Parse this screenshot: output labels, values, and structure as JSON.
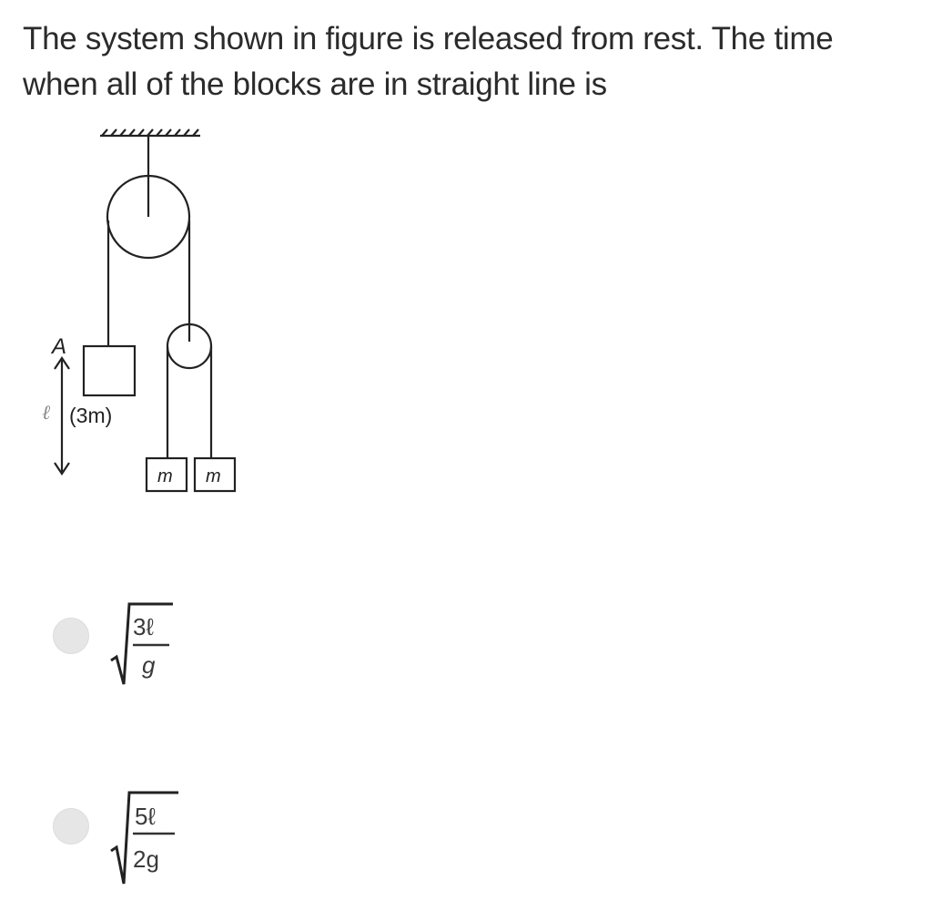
{
  "question": {
    "text": "The system shown in figure is released from rest. The time when all of the blocks are in straight line is"
  },
  "figure": {
    "label_point": "A",
    "label_length": "ℓ",
    "label_big_block": "(3m)",
    "label_small_block_left": "m",
    "label_small_block_right": "m"
  },
  "options": [
    {
      "numerator": "3ℓ",
      "denominator": "g",
      "expression": "√(3ℓ/g)",
      "selected": false
    },
    {
      "numerator": "5ℓ",
      "denominator": "2g",
      "expression": "√(5ℓ/2g)",
      "selected": false
    }
  ]
}
